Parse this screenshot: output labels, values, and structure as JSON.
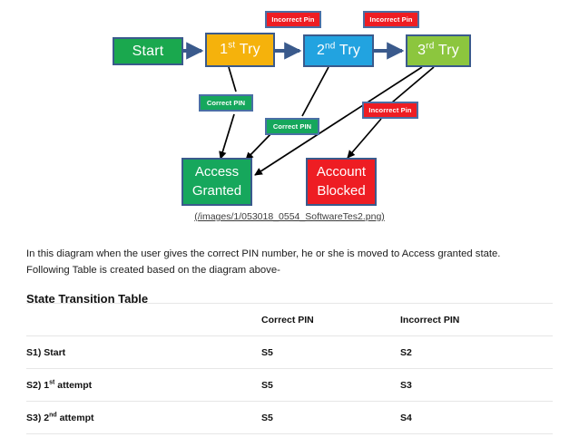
{
  "diagram": {
    "nodes": [
      {
        "id": "start",
        "label": "Start",
        "color": "#1aa84e"
      },
      {
        "id": "first",
        "label": "1",
        "sup": "st",
        "suffix": " Try",
        "color": "#f5b20c"
      },
      {
        "id": "second",
        "label": "2",
        "sup": "nd",
        "suffix": " Try",
        "color": "#22a3e0"
      },
      {
        "id": "third",
        "label": "3",
        "sup": "rd",
        "suffix": " Try",
        "color": "#8cc63e"
      },
      {
        "id": "granted",
        "line1": "Access",
        "line2": "Granted",
        "color": "#16a75c"
      },
      {
        "id": "blocked",
        "line1": "Account",
        "line2": "Blocked",
        "color": "#ee1d23"
      }
    ],
    "tags": [
      {
        "id": "incorrect-pin-1",
        "label": "Incorrect Pin",
        "color": "#ee1d23"
      },
      {
        "id": "incorrect-pin-2",
        "label": "Incorrect Pin",
        "color": "#ee1d23"
      },
      {
        "id": "incorrect-pin-3",
        "label": "Incorrect Pin",
        "color": "#ee1d23"
      },
      {
        "id": "correct-pin-1",
        "label": "Correct PIN",
        "color": "#16a75c"
      },
      {
        "id": "correct-pin-2",
        "label": "Correct PIN",
        "color": "#16a75c"
      }
    ],
    "caption": "(/images/1/053018_0554_SoftwareTes2.png)",
    "arrow_color": "#3a5a8c",
    "line_color": "#000000"
  },
  "intro": {
    "paragraph": "In this diagram when the user gives the correct PIN number, he or she is moved to Access granted state. Following Table is created based on the diagram above-"
  },
  "table": {
    "heading": "State Transition Table",
    "columns": [
      "",
      "Correct PIN",
      "Incorrect PIN"
    ],
    "rows": [
      {
        "state_prefix": "S1) Start",
        "state_sup": "",
        "state_suffix": "",
        "correct": "S5",
        "incorrect": "S2"
      },
      {
        "state_prefix": "S2) 1",
        "state_sup": "st",
        "state_suffix": " attempt",
        "correct": "S5",
        "incorrect": "S3"
      },
      {
        "state_prefix": "S3) 2",
        "state_sup": "nd",
        "state_suffix": " attempt",
        "correct": "S5",
        "incorrect": "S4"
      }
    ]
  }
}
